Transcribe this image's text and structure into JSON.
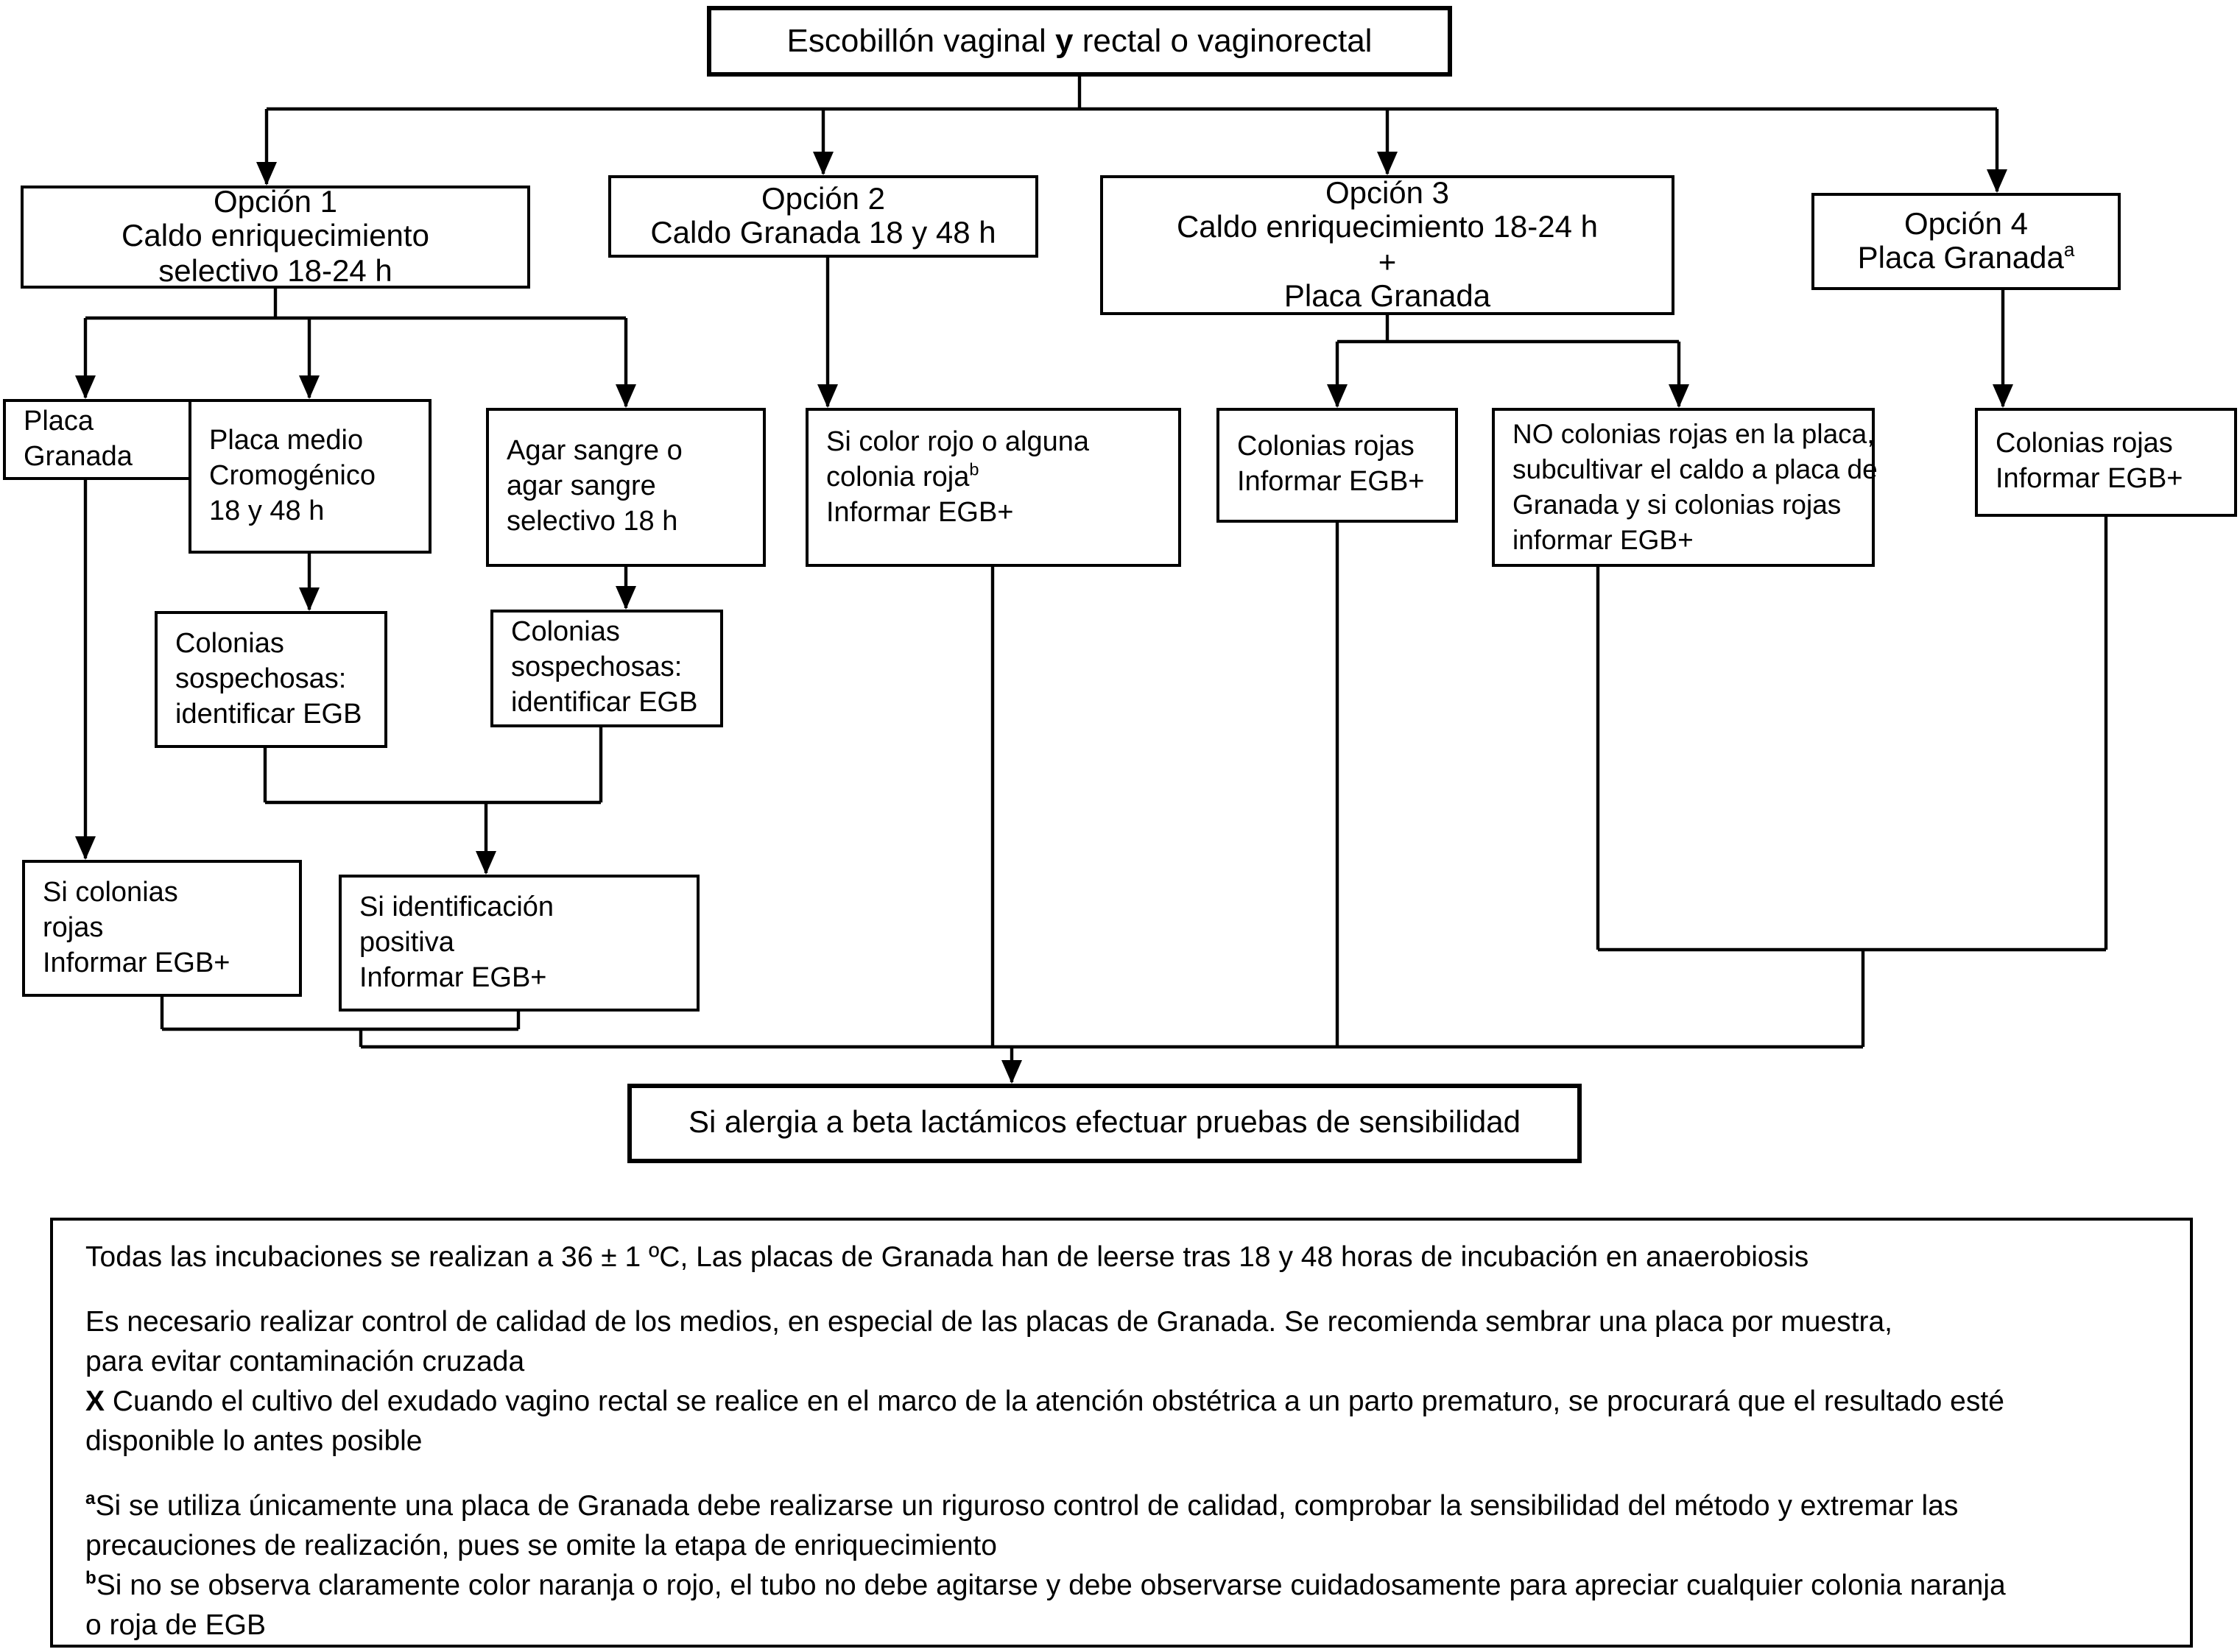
{
  "colors": {
    "line": "#000000",
    "background": "#ffffff",
    "text": "#000000"
  },
  "boxes": {
    "title": {
      "pre": "Escobillón vaginal ",
      "bold": "y",
      "post": " rectal o vaginorectal"
    },
    "opcion1": {
      "lines": [
        "Opción 1",
        "Caldo enriquecimiento",
        "selectivo 18-24 h"
      ]
    },
    "opcion2": {
      "lines": [
        "Opción 2",
        "Caldo Granada 18 y 48 h"
      ]
    },
    "opcion3": {
      "lines": [
        "Opción 3",
        "Caldo enriquecimiento 18-24 h",
        "+",
        "Placa Granada"
      ]
    },
    "opcion4": {
      "line1": "Opción 4",
      "line2": "Placa Granada",
      "sup": "a"
    },
    "placa_granada": {
      "lines": [
        "Placa",
        "Granada"
      ]
    },
    "placa_cromogenico": {
      "lines": [
        "Placa medio",
        "Cromogénico",
        "18 y 48 h"
      ]
    },
    "agar_sangre": {
      "lines": [
        "Agar sangre o",
        "agar sangre",
        "selectivo 18 h"
      ]
    },
    "si_color_rojo": {
      "line1": "Si color rojo o alguna",
      "line2": "colonia roja",
      "sup": "b",
      "line3": "Informar EGB+"
    },
    "colonias_rojas_1": {
      "lines": [
        "Colonias rojas",
        "Informar EGB+"
      ]
    },
    "no_colonias": {
      "lines": [
        "NO colonias rojas en la placa,",
        "subcultivar el caldo a placa de",
        "Granada y si colonias rojas",
        "informar EGB+"
      ]
    },
    "colonias_rojas_2": {
      "lines": [
        "Colonias rojas",
        "Informar EGB+"
      ]
    },
    "sospechosas_1": {
      "lines": [
        "Colonias",
        "sospechosas:",
        "identificar EGB"
      ]
    },
    "sospechosas_2": {
      "lines": [
        "Colonias",
        "sospechosas:",
        "identificar EGB"
      ]
    },
    "si_colonias_rojas": {
      "lines": [
        "Si colonias",
        "rojas",
        "Informar EGB+"
      ]
    },
    "si_identificacion": {
      "lines": [
        "Si identificación",
        "positiva",
        "Informar EGB+"
      ]
    },
    "alergia": {
      "text": "Si alergia a beta lactámicos efectuar pruebas de sensibilidad"
    }
  },
  "notes": {
    "line1": "Todas las incubaciones se realizan a 36 ± 1 ºC, Las placas de Granada han de leerse tras 18 y 48 horas de incubación en anaerobiosis",
    "line2": "Es necesario realizar control de calidad de los medios, en especial de las placas de Granada. Se recomienda sembrar una placa por muestra,",
    "line3": "para evitar contaminación cruzada",
    "line4_prefix": "X",
    "line4": " Cuando el cultivo del exudado vagino rectal se realice en el marco de la atención obstétrica a un parto prematuro, se procurará que el resultado esté",
    "line5": "disponible lo antes posible",
    "line6_sup": "a",
    "line6": "Si se utiliza únicamente una placa de Granada debe realizarse un riguroso control de calidad, comprobar la sensibilidad del método y extremar las",
    "line7": "precauciones de realización, pues se omite la etapa de enriquecimiento",
    "line8_sup": "b",
    "line8": "Si no se observa claramente color naranja o rojo, el tubo no debe agitarse y debe observarse cuidadosamente para apreciar cualquier colonia naranja",
    "line9": "o roja de EGB"
  }
}
